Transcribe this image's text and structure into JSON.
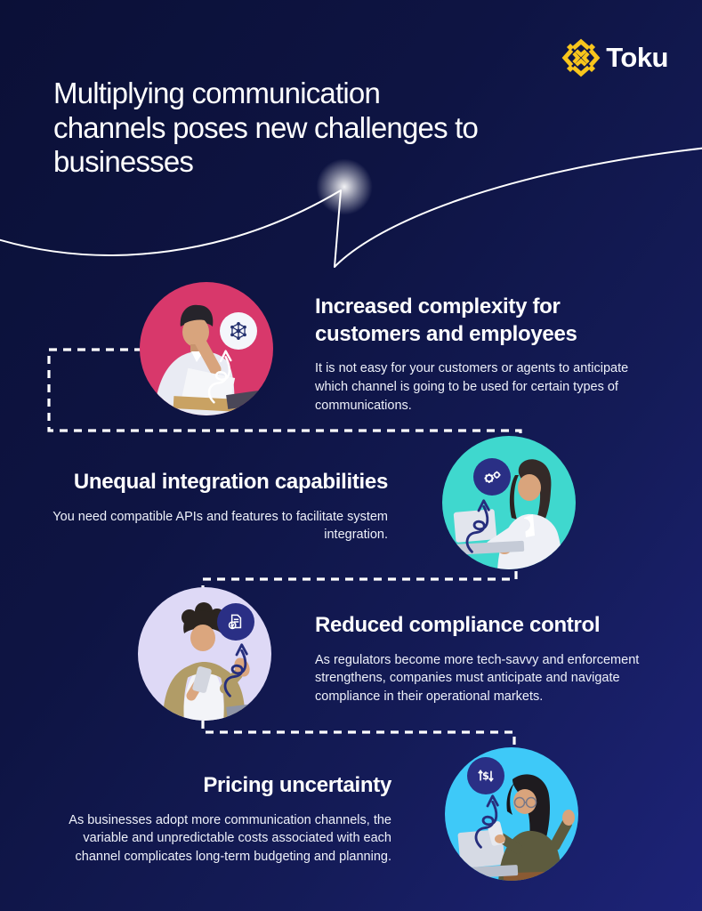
{
  "brand": {
    "logo_text": "Toku",
    "logo_icon": "toku-asterisk-icon",
    "logo_icon_color": "#f8c51c",
    "logo_text_color": "#ffffff"
  },
  "title": "Multiplying communication channels poses new challenges to businesses",
  "title_lines": [
    "Multiplying communication",
    "channels poses new challenges to",
    "businesses"
  ],
  "background": {
    "gradient_start": "#0b1037",
    "gradient_end": "#1d2378",
    "connector_color": "#ffffff",
    "swoosh_color": "#ffffff"
  },
  "sections": [
    {
      "heading": "Increased complexity for customers and employees",
      "body": "It is not easy for your customers or agents to anticipate which channel is going to be used for certain types of communications.",
      "circle_color": "#d8386b",
      "badge_color": "#f4f6fb",
      "icon": "network-complexity-icon",
      "photo": "man-reading-document"
    },
    {
      "heading": "Unequal integration capabilities",
      "body": "You need compatible APIs and features to facilitate system integration.",
      "circle_color": "#3fd8ce",
      "badge_color": "#2a2f85",
      "icon": "gears-integration-icon",
      "photo": "woman-typing-laptop"
    },
    {
      "heading": "Reduced compliance control",
      "body": "As regulators become more tech-savvy and enforcement strengthens, companies must anticipate and navigate compliance in their operational markets.",
      "circle_color": "#ded9f6",
      "badge_color": "#2a2f85",
      "icon": "document-check-icon",
      "photo": "confused-man-phone"
    },
    {
      "heading": "Pricing uncertainty",
      "body": "As businesses adopt more communication channels, the variable and unpredictable costs associated with each channel complicates long-term budgeting and planning.",
      "circle_color": "#3ec9f8",
      "badge_color": "#2a2f85",
      "icon": "currency-cycle-icon",
      "photo": "woman-glasses-phone-laptop"
    }
  ]
}
